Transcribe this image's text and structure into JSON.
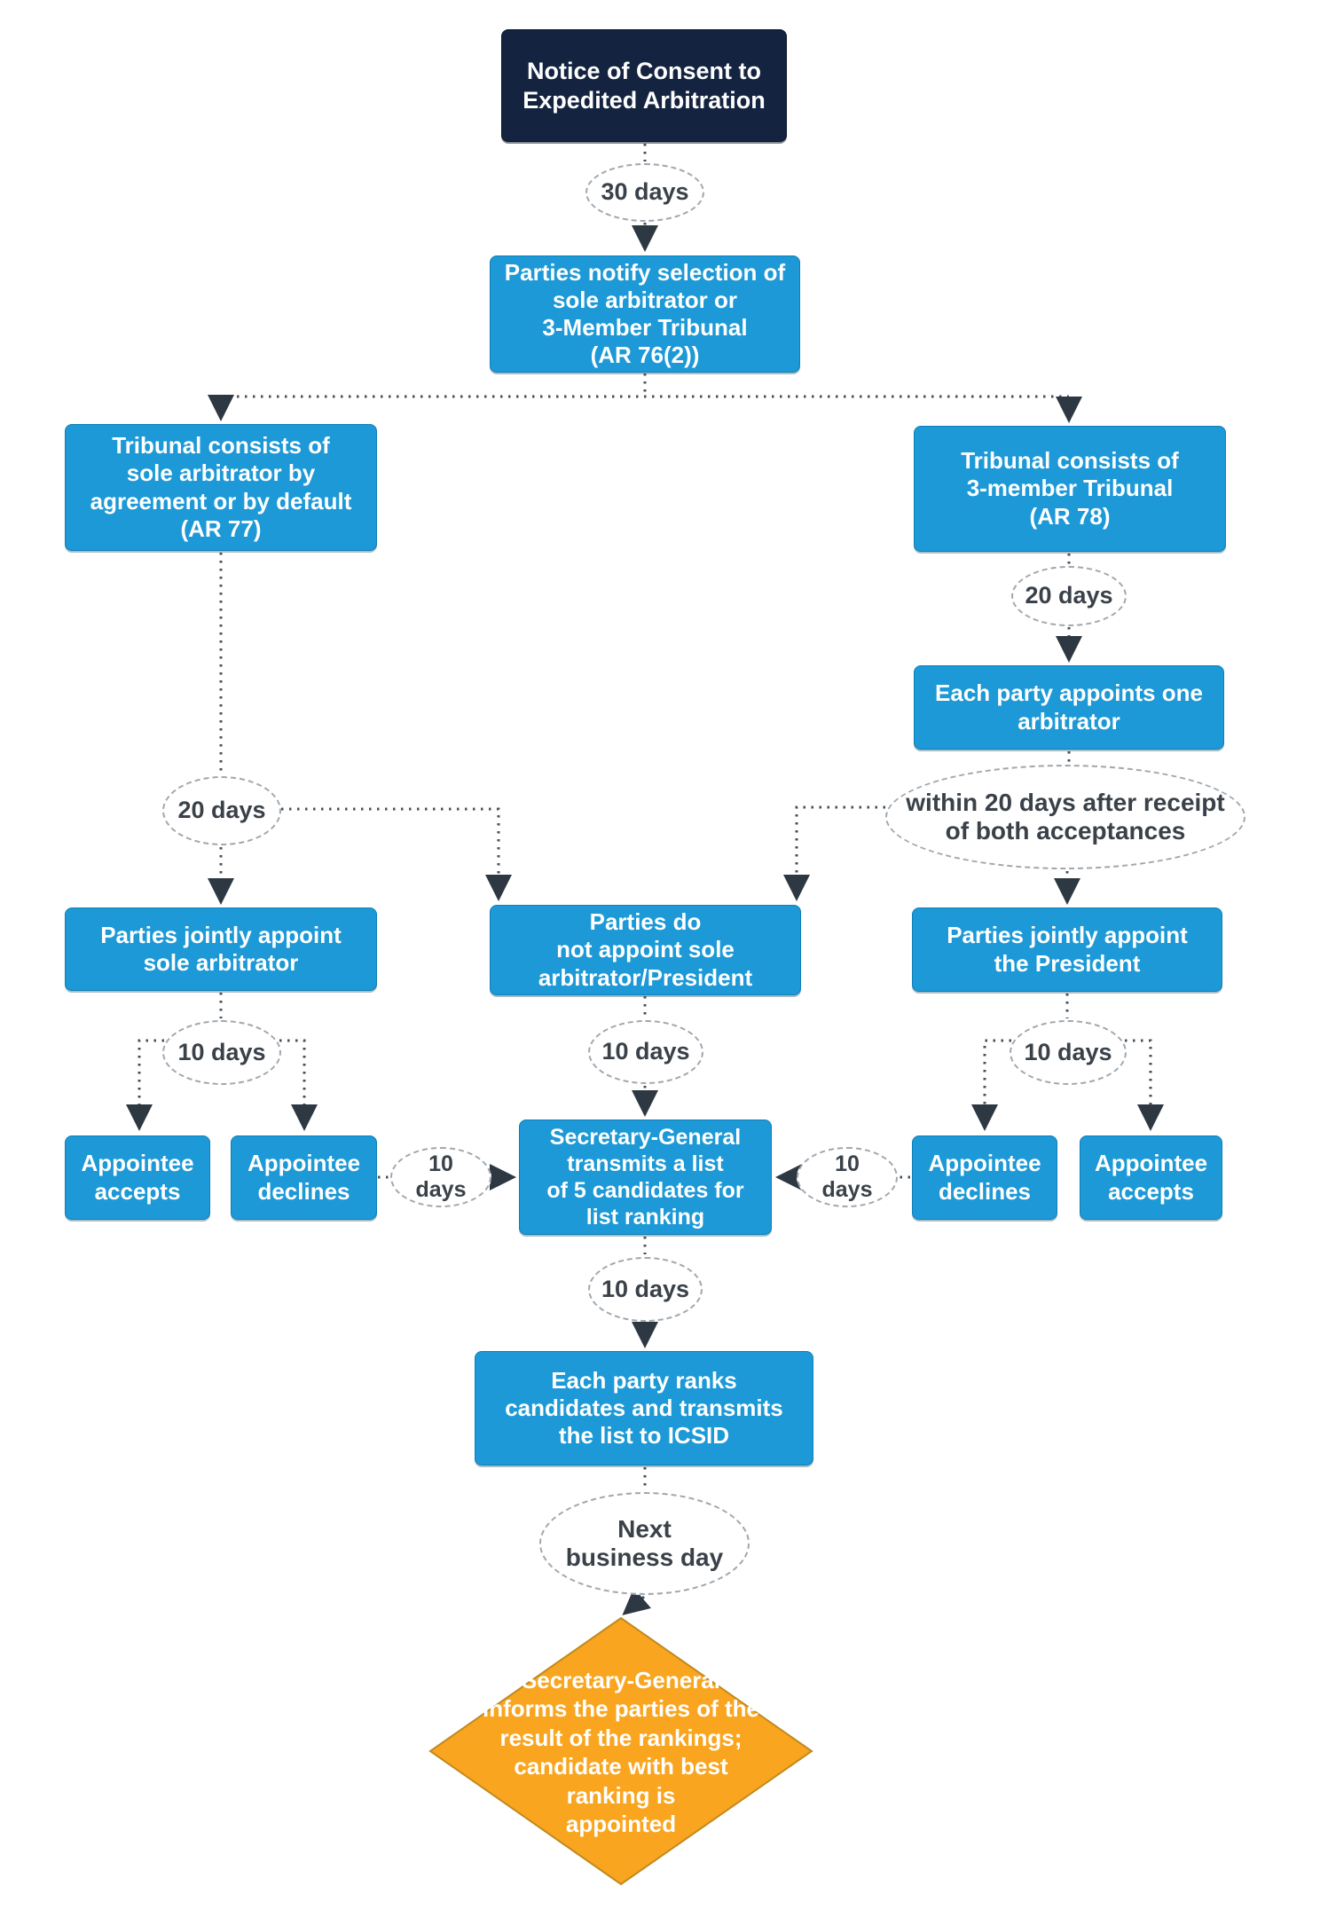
{
  "colors": {
    "box_blue": "#1C99D6",
    "box_navy": "#142440",
    "diamond_orange": "#F9A51F",
    "diamond_border": "#C18A1E",
    "connector": "#474F58",
    "ellipse_border": "#A0A7AE",
    "ellipse_text": "#3A4149"
  },
  "nodes": {
    "notice": {
      "label": "Notice of Consent to\nExpedited Arbitration"
    },
    "notify": {
      "label": "Parties notify selection of\nsole arbitrator or\n3-Member Tribunal\n(AR 76(2))"
    },
    "sole_tribunal": {
      "label": "Tribunal consists of\nsole arbitrator by\nagreement or by default\n(AR 77)"
    },
    "three_tribunal": {
      "label": "Tribunal consists of\n3-member Tribunal\n(AR 78)"
    },
    "each_party": {
      "label": "Each party appoints one\narbitrator"
    },
    "jointly_sole": {
      "label": "Parties jointly appoint\nsole arbitrator"
    },
    "not_appoint": {
      "label": "Parties do\nnot appoint sole\narbitrator/President"
    },
    "jointly_president": {
      "label": "Parties jointly appoint\nthe President"
    },
    "accepts_left": {
      "label": "Appointee\naccepts"
    },
    "declines_left": {
      "label": "Appointee\ndeclines"
    },
    "sg_list": {
      "label": "Secretary-General\ntransmits a list\nof 5 candidates for\nlist ranking"
    },
    "declines_right": {
      "label": "Appointee\ndeclines"
    },
    "accepts_right": {
      "label": "Appointee\naccepts"
    },
    "ranks": {
      "label": "Each party ranks\ncandidates and transmits\nthe list to ICSID"
    }
  },
  "ellipses": {
    "days30": {
      "label": "30 days"
    },
    "days20_right": {
      "label": "20 days"
    },
    "within20": {
      "label": "within 20 days after receipt\nof both acceptances"
    },
    "days20_left": {
      "label": "20 days"
    },
    "days10_left": {
      "label": "10 days"
    },
    "days10_center": {
      "label": "10 days"
    },
    "days10_mid_left": {
      "label": "10\ndays"
    },
    "days10_mid_right": {
      "label": "10\ndays"
    },
    "days10_right": {
      "label": "10 days"
    },
    "days10_below": {
      "label": "10 days"
    },
    "next_bday": {
      "label": "Next\nbusiness day"
    }
  },
  "diamond": {
    "label": "Secretary-General\ninforms the parties of the\nresult of the rankings;\ncandidate with best\nranking is\nappointed"
  }
}
